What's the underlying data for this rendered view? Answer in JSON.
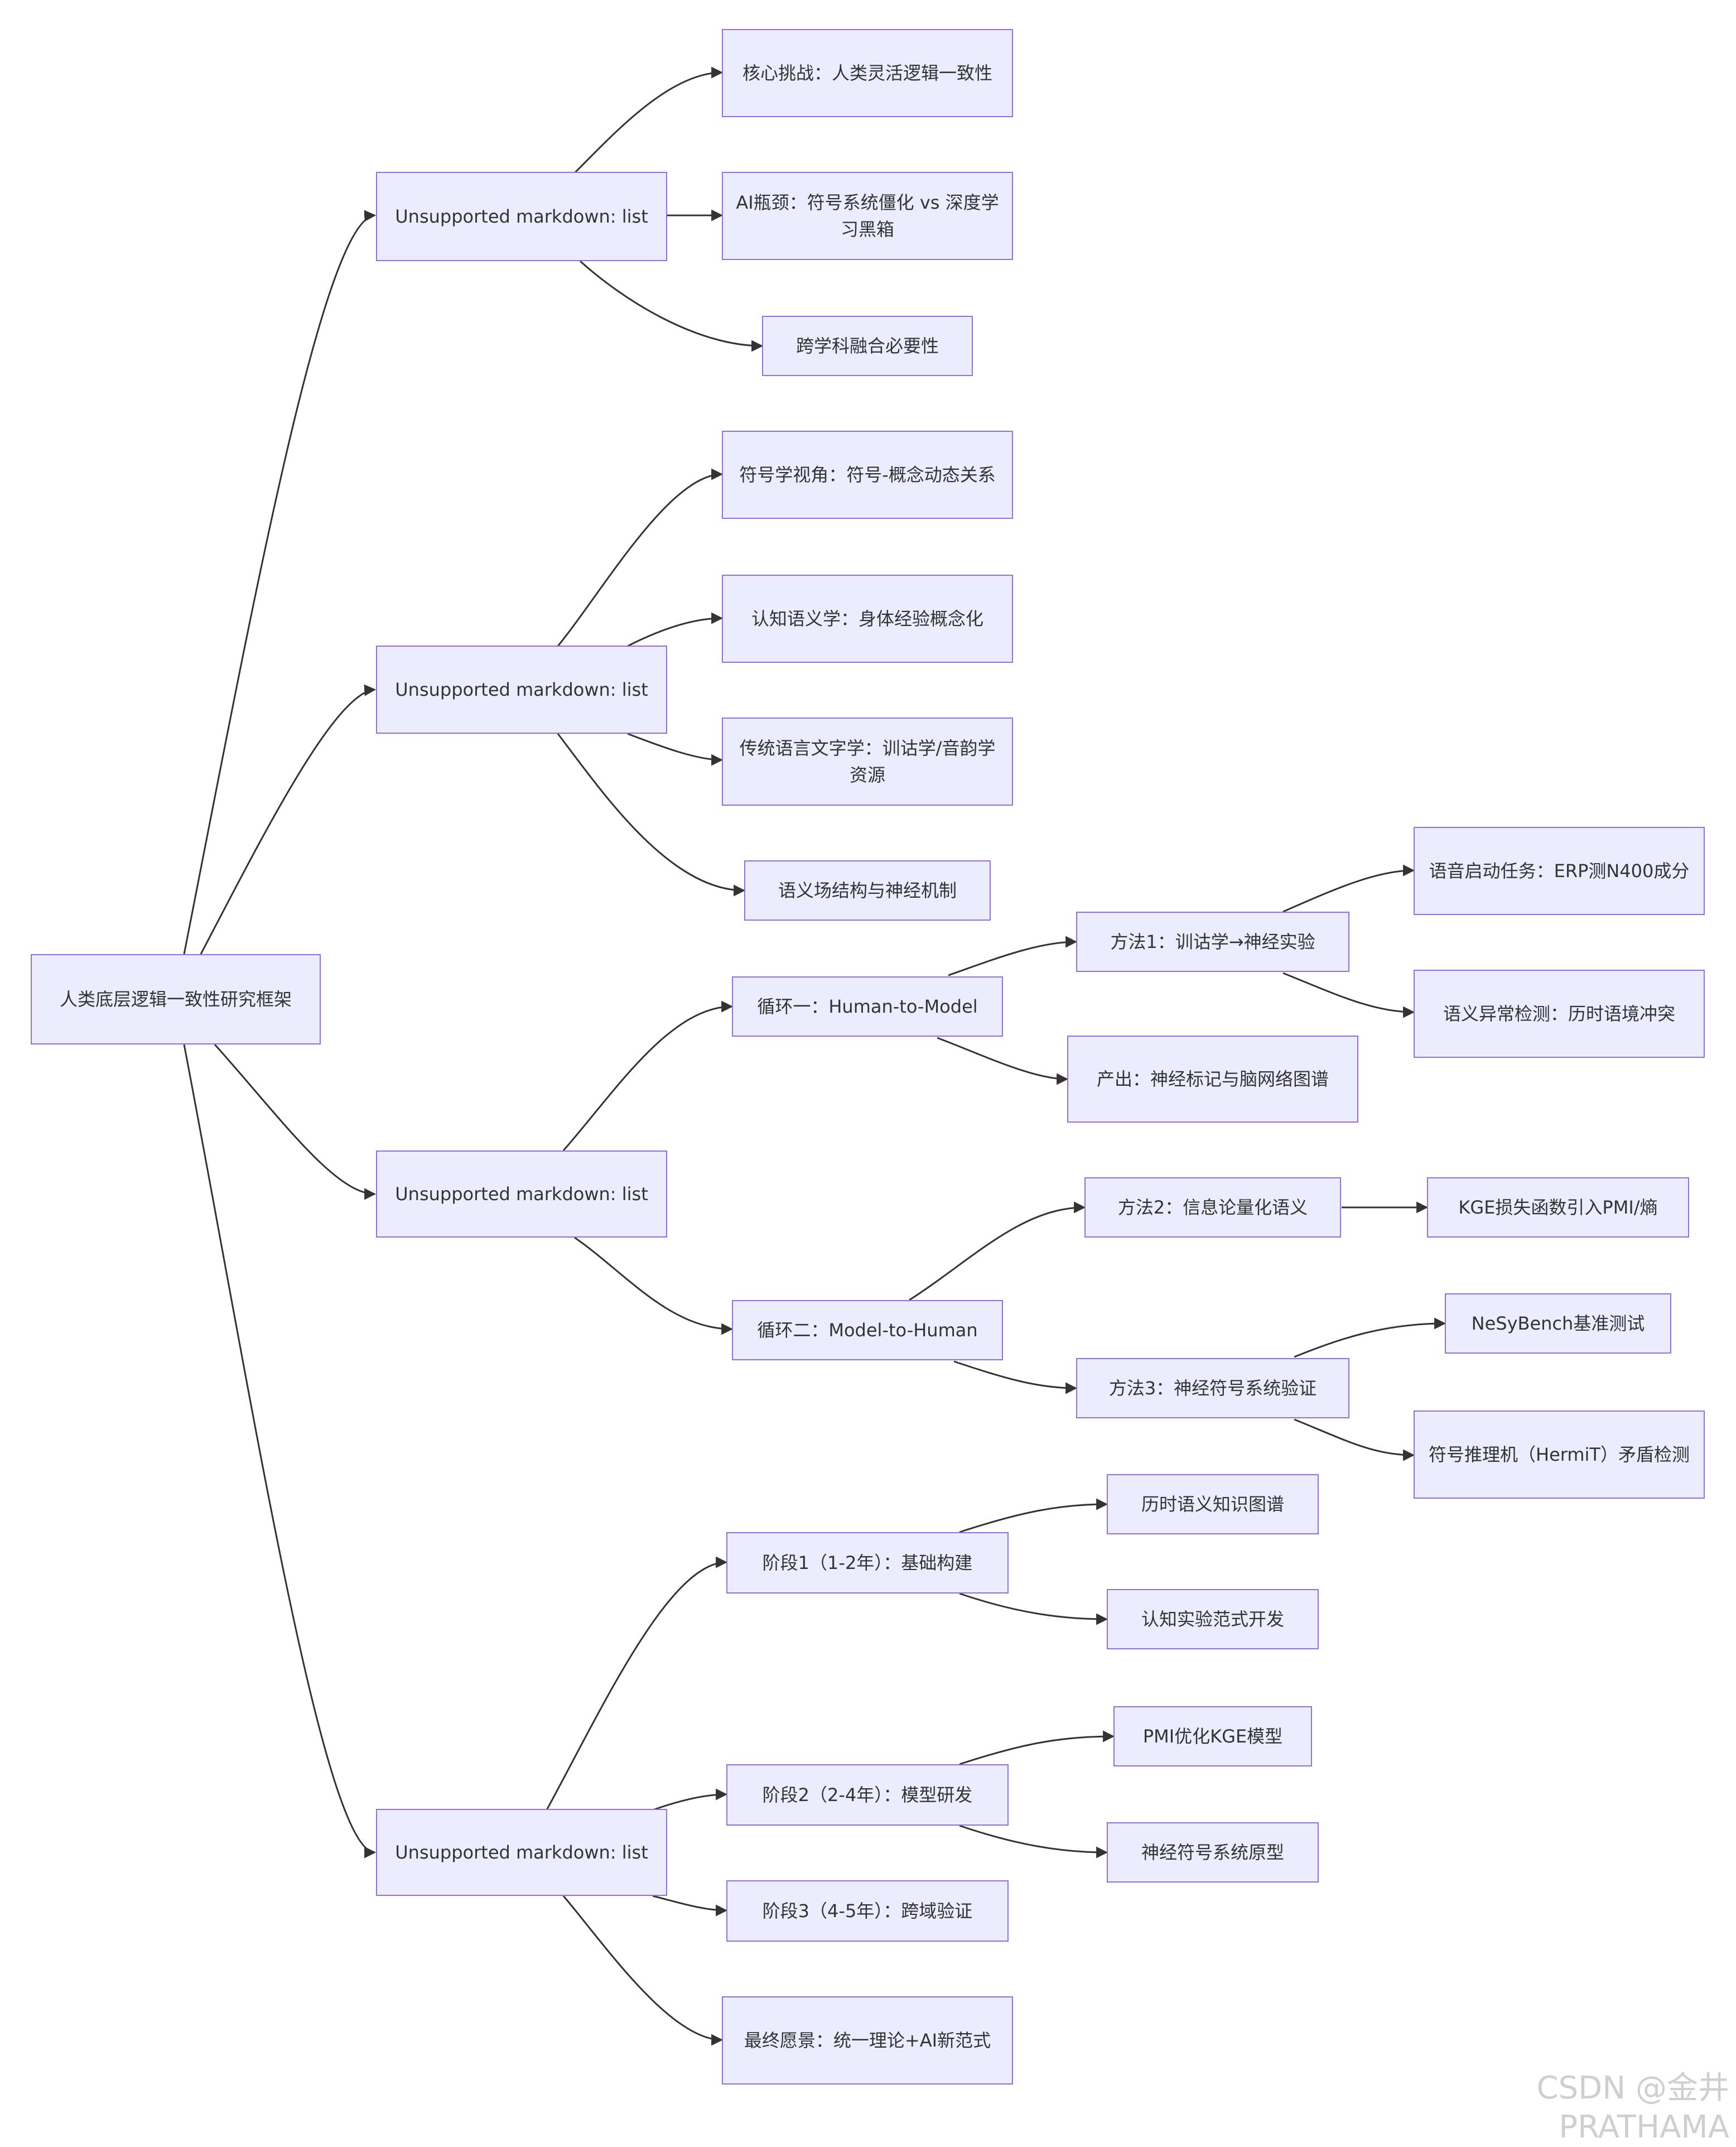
{
  "nodes": {
    "root": "人类底层逻辑一致性研究框架",
    "b1": "Unsupported markdown: list",
    "b1c1": "核心挑战：人类灵活逻辑一致性",
    "b1c2": "AI瓶颈：符号系统僵化 vs 深度学习黑箱",
    "b1c3": "跨学科融合必要性",
    "b2": "Unsupported markdown: list",
    "b2c1": "符号学视角：符号-概念动态关系",
    "b2c2": "认知语义学：身体经验概念化",
    "b2c3": "传统语言文字学：训诂学/音韵学资源",
    "b2c4": "语义场结构与神经机制",
    "b3": "Unsupported markdown: list",
    "loop1": "循环一：Human-to-Model",
    "m1": "方法1：训诂学→神经实验",
    "m1c1": "语音启动任务：ERP测N400成分",
    "m1c2": "语义异常检测：历时语境冲突",
    "out1": "产出：神经标记与脑网络图谱",
    "loop2": "循环二：Model-to-Human",
    "m2": "方法2：信息论量化语义",
    "m2c1": "KGE损失函数引入PMI/熵",
    "m3": "方法3：神经符号系统验证",
    "m3c1": "NeSyBench基准测试",
    "m3c2": "符号推理机（HermiT）矛盾检测",
    "b4": "Unsupported markdown: list",
    "s1": "阶段1（1-2年）：基础构建",
    "s1c1": "历时语义知识图谱",
    "s1c2": "认知实验范式开发",
    "s2": "阶段2（2-4年）：模型研发",
    "s2c1": "PMI优化KGE模型",
    "s2c2": "神经符号系统原型",
    "s3": "阶段3（4-5年）：跨域验证",
    "vision": "最终愿景：统一理论+AI新范式"
  },
  "watermark": "CSDN @金井PRATHAMA",
  "colors": {
    "fill": "#ececff",
    "border": "#9370db",
    "line": "#333333",
    "text": "#333333"
  }
}
